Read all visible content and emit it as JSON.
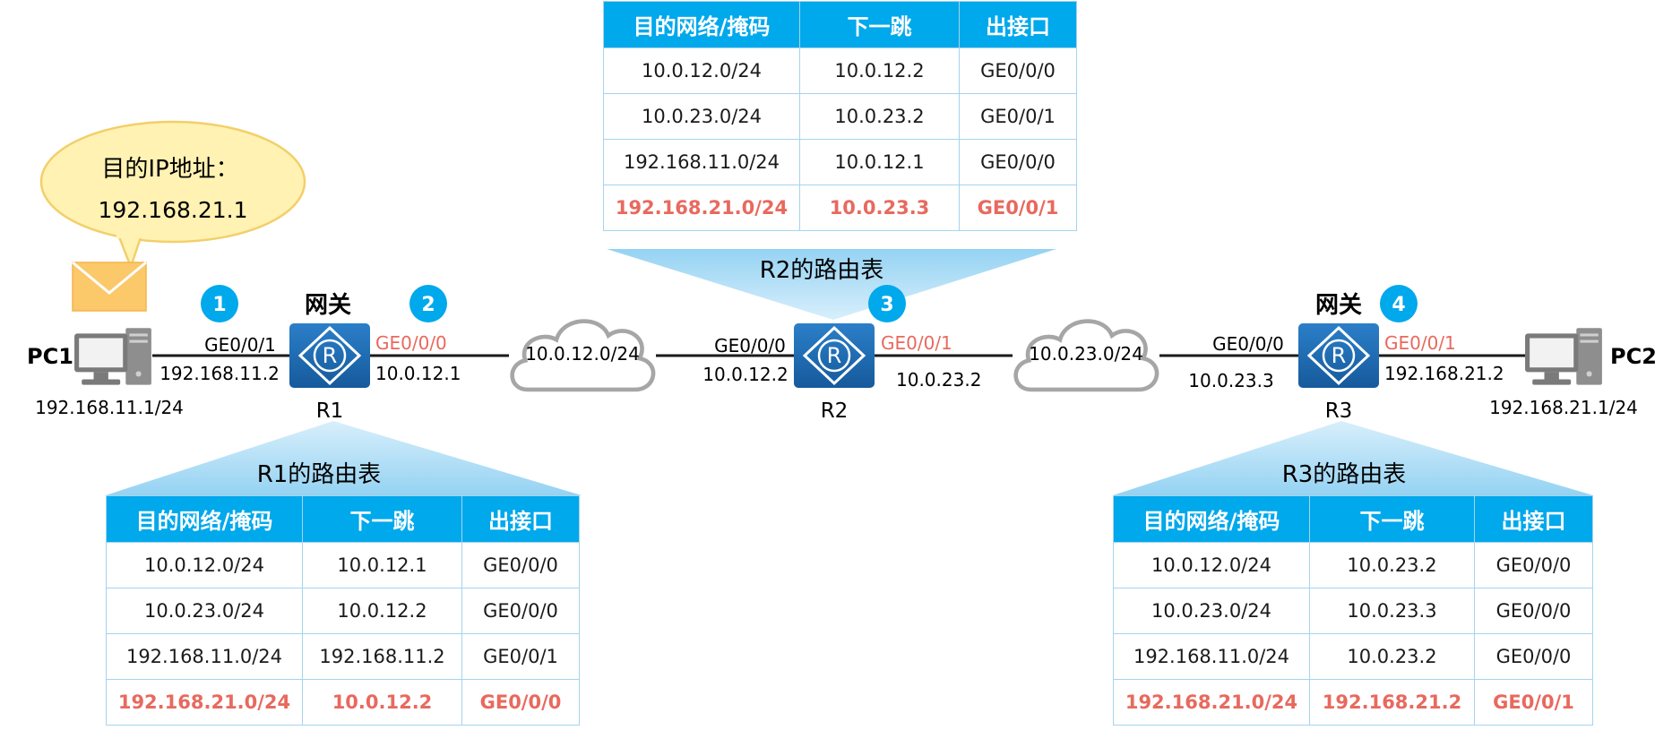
{
  "colors": {
    "accent": "#00a8ec",
    "highlight": "#e8695e",
    "router": "#1e6fb8",
    "link": "#1a1a1a",
    "cloud_stroke": "#a6a6a6",
    "bubble_fill": "#fff2b3"
  },
  "bubble": {
    "line1": "目的IP地址：",
    "line2": "192.168.21.1",
    "envelope_icon": "envelope-icon"
  },
  "pc1": {
    "name": "PC1",
    "ip": "192.168.11.1/24",
    "icon": "computer-icon"
  },
  "pc2": {
    "name": "PC2",
    "ip": "192.168.21.1/24",
    "icon": "computer-icon"
  },
  "r1": {
    "name": "R1",
    "gateway": "网关",
    "left_if": "GE0/0/1",
    "left_ip": "192.168.11.2",
    "right_if": "GE0/0/0",
    "right_ip": "10.0.12.1",
    "icon": "router-icon"
  },
  "r2": {
    "name": "R2",
    "left_if": "GE0/0/0",
    "left_ip": "10.0.12.2",
    "right_if": "GE0/0/1",
    "right_ip": "10.0.23.2",
    "icon": "router-icon"
  },
  "r3": {
    "name": "R3",
    "gateway": "网关",
    "left_if": "GE0/0/0",
    "left_ip": "10.0.23.3",
    "right_if": "GE0/0/1",
    "right_ip": "192.168.21.2",
    "icon": "router-icon"
  },
  "clouds": {
    "c1": "10.0.12.0/24",
    "c2": "10.0.23.0/24"
  },
  "steps": [
    "1",
    "2",
    "3",
    "4"
  ],
  "tables": {
    "headers": [
      "目的网络/掩码",
      "下一跳",
      "出接口"
    ],
    "r1": {
      "caption": "R1的路由表",
      "rows": [
        [
          "10.0.12.0/24",
          "10.0.12.1",
          "GE0/0/0"
        ],
        [
          "10.0.23.0/24",
          "10.0.12.2",
          "GE0/0/0"
        ],
        [
          "192.168.11.0/24",
          "192.168.11.2",
          "GE0/0/1"
        ],
        [
          "192.168.21.0/24",
          "10.0.12.2",
          "GE0/0/0"
        ]
      ]
    },
    "r2": {
      "caption": "R2的路由表",
      "rows": [
        [
          "10.0.12.0/24",
          "10.0.12.2",
          "GE0/0/0"
        ],
        [
          "10.0.23.0/24",
          "10.0.23.2",
          "GE0/0/1"
        ],
        [
          "192.168.11.0/24",
          "10.0.12.1",
          "GE0/0/0"
        ],
        [
          "192.168.21.0/24",
          "10.0.23.3",
          "GE0/0/1"
        ]
      ]
    },
    "r3": {
      "caption": "R3的路由表",
      "rows": [
        [
          "10.0.12.0/24",
          "10.0.23.2",
          "GE0/0/0"
        ],
        [
          "10.0.23.0/24",
          "10.0.23.3",
          "GE0/0/0"
        ],
        [
          "192.168.11.0/24",
          "10.0.23.2",
          "GE0/0/0"
        ],
        [
          "192.168.21.0/24",
          "192.168.21.2",
          "GE0/0/1"
        ]
      ]
    }
  }
}
